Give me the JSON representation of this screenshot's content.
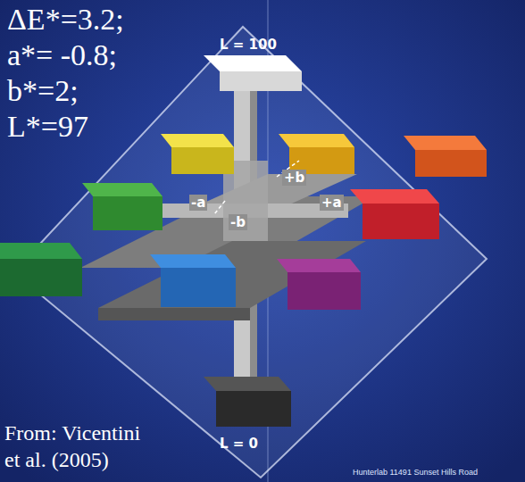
{
  "diagram": {
    "labels": [
      "ΔE*=3.2;",
      "a*= -0.8;",
      "b*=2;",
      "L*=97",
      "L = 100",
      "L = 0",
      "-a",
      "+a",
      "+b",
      "-b",
      "From: Vicentini et al. (2005)",
      "Hunterlab 11491 Sunset Hills Road"
    ]
  }
}
